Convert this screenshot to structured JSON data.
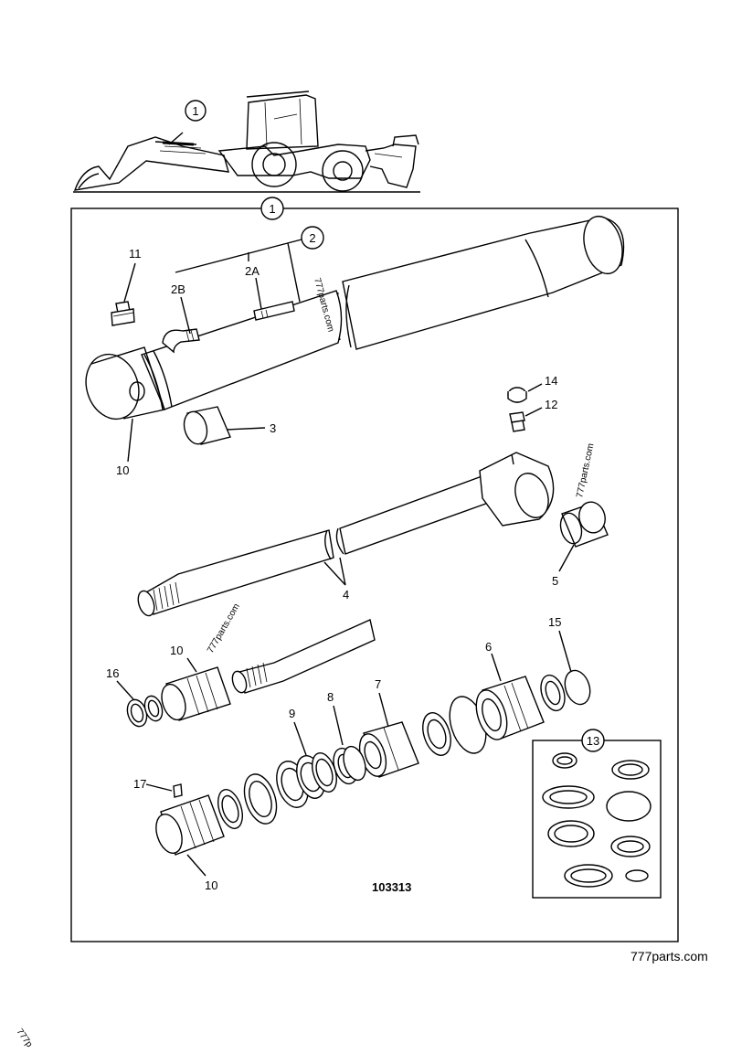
{
  "callouts": {
    "c1_top": "1",
    "c1_frame": "1",
    "c2": "2",
    "c2a": "2A",
    "c2b": "2B",
    "c3": "3",
    "c4": "4",
    "c5": "5",
    "c6": "6",
    "c7": "7",
    "c8": "8",
    "c9": "9",
    "c10_barrel": "10",
    "c10_mid": "10",
    "c10_bottom": "10",
    "c11": "11",
    "c12": "12",
    "c13": "13",
    "c14": "14",
    "c15": "15",
    "c16": "16",
    "c17": "17"
  },
  "figure_number": "103313",
  "watermarks": {
    "w1": "777parts.com",
    "w2": "777parts.com",
    "w3": "777parts.com",
    "w4": "777p"
  },
  "site_footer": "777parts.com"
}
